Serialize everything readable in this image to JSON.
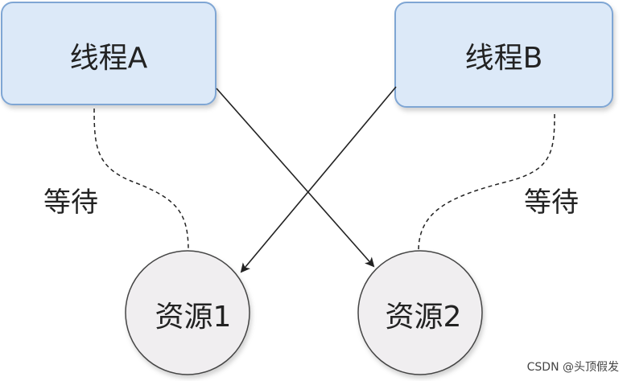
{
  "diagram": {
    "thread_a": {
      "label": "线程A"
    },
    "thread_b": {
      "label": "线程B"
    },
    "resource_1": {
      "label": "资源1"
    },
    "resource_2": {
      "label": "资源2"
    },
    "wait_left": {
      "label": "等待"
    },
    "wait_right": {
      "label": "等待"
    }
  },
  "colors": {
    "thread_fill": "#dce9f8",
    "thread_stroke": "#7fa6d4",
    "resource_fill": "#f0eef0",
    "resource_stroke": "#444444",
    "line": "#222222"
  },
  "watermark": "CSDN @头顶假发"
}
